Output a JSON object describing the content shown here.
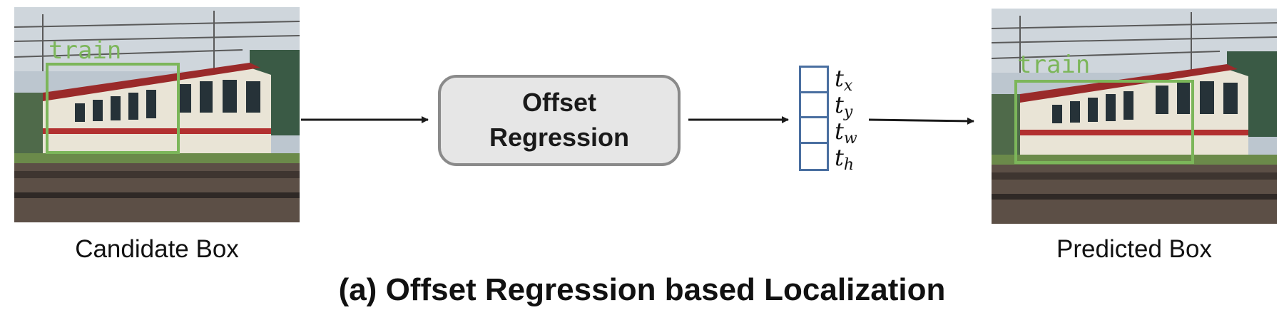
{
  "left_panel": {
    "box_label": "train",
    "caption": "Candidate Box"
  },
  "module": {
    "line1": "Offset",
    "line2": "Regression"
  },
  "offset_vector": {
    "entries": [
      {
        "base": "t",
        "sub": "x"
      },
      {
        "base": "t",
        "sub": "y"
      },
      {
        "base": "t",
        "sub": "w"
      },
      {
        "base": "t",
        "sub": "h"
      }
    ]
  },
  "right_panel": {
    "box_label": "train",
    "caption": "Predicted Box"
  },
  "title": "(a) Offset Regression based Localization",
  "colors": {
    "box": "#7cb65a",
    "vector_border": "#4a6fa0",
    "module_fill": "#e6e6e6",
    "module_border": "#8a8a8a"
  }
}
